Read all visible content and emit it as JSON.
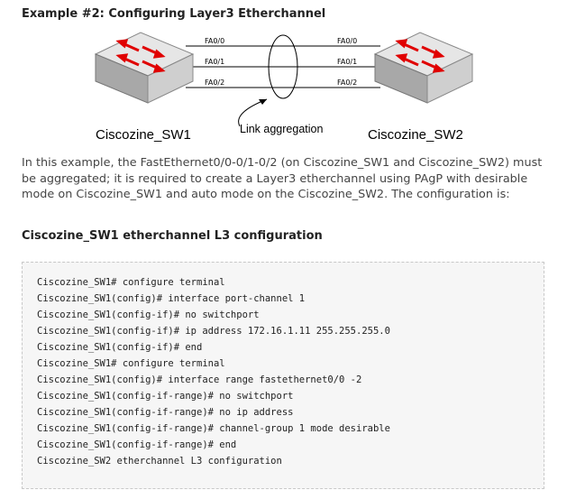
{
  "heading_example": "Example #2: Configuring Layer3 Etherchannel",
  "diagram": {
    "sw1_ports": [
      "FA0/0",
      "FA0/1",
      "FA0/2"
    ],
    "sw2_ports": [
      "FA0/0",
      "FA0/1",
      "FA0/2"
    ],
    "sw1_label": "Ciscozine_SW1",
    "sw2_label": "Ciscozine_SW2",
    "link_label": "Link aggregation"
  },
  "paragraph": "In this example, the FastEthernet0/0-0/1-0/2 (on Ciscozine_SW1 and Ciscozine_SW2) must be aggregated; it is required to create a Layer3 etherchannel using PAgP with desirable mode on Ciscozine_SW1 and auto mode on the Ciscozine_SW2. The configuration is:",
  "heading_sw1_config": "Ciscozine_SW1 etherchannel L3 configuration",
  "code_lines": [
    "Ciscozine_SW1# configure terminal",
    "Ciscozine_SW1(config)# interface port-channel 1",
    "Ciscozine_SW1(config-if)# no switchport",
    "Ciscozine_SW1(config-if)# ip address 172.16.1.11 255.255.255.0",
    "Ciscozine_SW1(config-if)# end",
    "Ciscozine_SW1# configure terminal",
    "Ciscozine_SW1(config)# interface range fastethernet0/0 -2",
    "Ciscozine_SW1(config-if-range)# no switchport",
    "Ciscozine_SW1(config-if-range)# no ip address",
    "Ciscozine_SW1(config-if-range)# channel-group 1 mode desirable",
    "Ciscozine_SW1(config-if-range)# end",
    "Ciscozine_SW2 etherchannel L3 configuration"
  ]
}
